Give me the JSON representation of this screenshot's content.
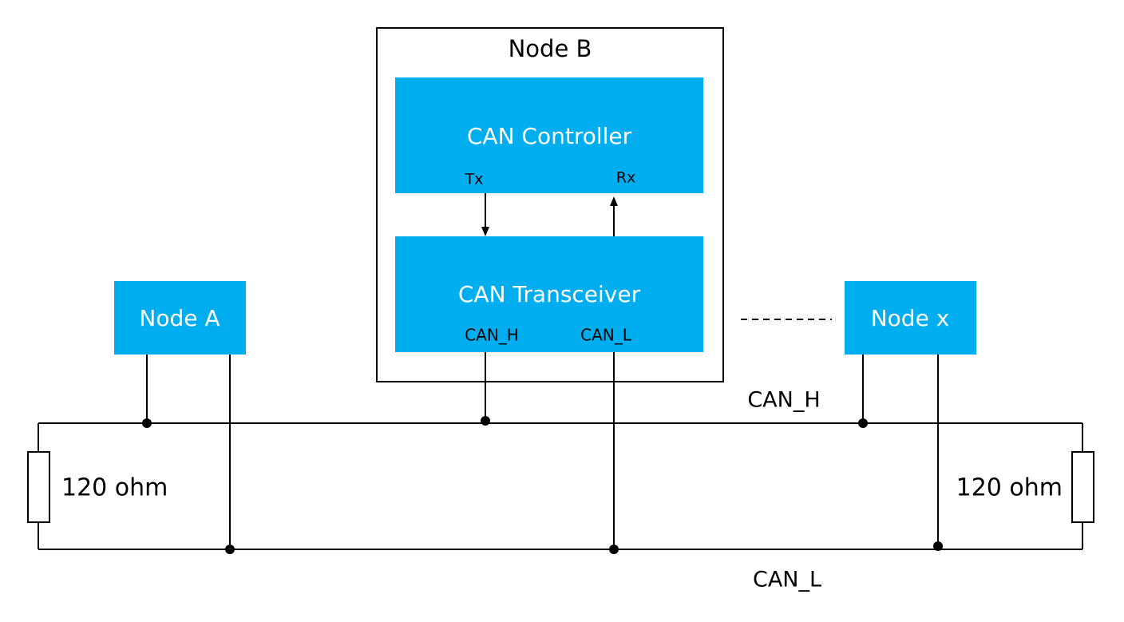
{
  "node_b": {
    "title": "Node B",
    "controller": {
      "label": "CAN Controller",
      "tx": "Tx",
      "rx": "Rx"
    },
    "transceiver": {
      "label": "CAN Transceiver",
      "can_h": "CAN_H",
      "can_l": "CAN_L"
    }
  },
  "node_a": {
    "label": "Node A"
  },
  "node_x": {
    "label": "Node x"
  },
  "bus": {
    "can_h": "CAN_H",
    "can_l": "CAN_L"
  },
  "resistors": {
    "left": "120 ohm",
    "right": "120 ohm"
  },
  "colors": {
    "node_fill": "#00AEEF",
    "line": "#000000",
    "node_text": "#FFFFFF"
  }
}
